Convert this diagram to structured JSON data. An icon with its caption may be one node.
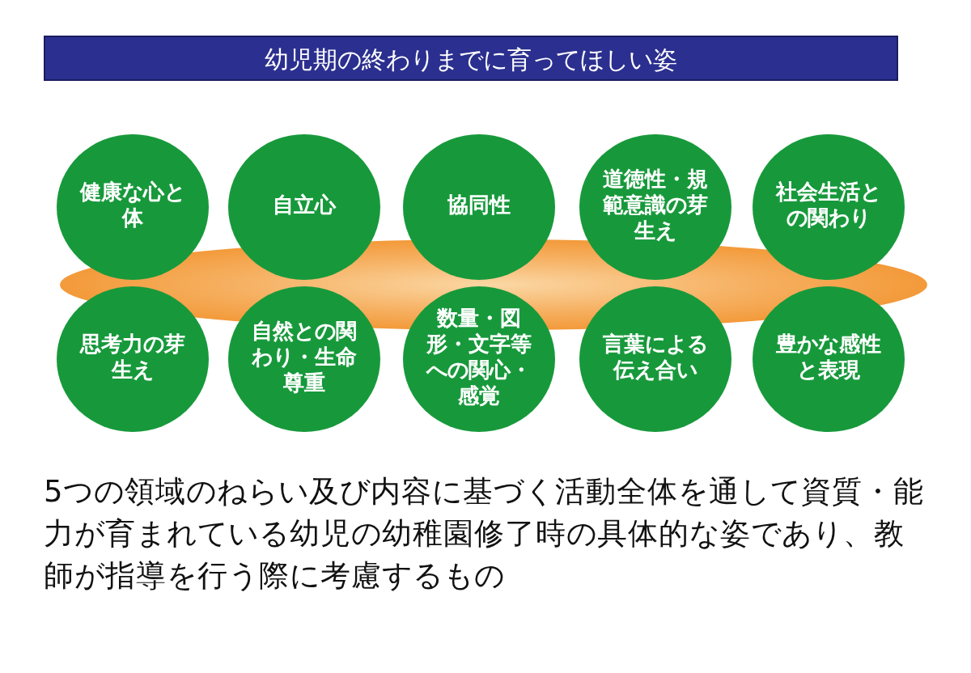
{
  "diagram": {
    "title": "幼児期の終わりまでに育ってほしい姿",
    "nodes": [
      {
        "text": [
          "健康な心と体"
        ]
      },
      {
        "text": [
          "自立心"
        ]
      },
      {
        "text": [
          "協同性"
        ]
      },
      {
        "text": [
          "道徳性・規範意識の芽生え"
        ]
      },
      {
        "text": [
          "社会生活との関わり"
        ]
      },
      {
        "text": [
          "思考力の芽生え"
        ]
      },
      {
        "text": [
          "自然との関わり・生命尊重"
        ]
      },
      {
        "text": [
          "数量・図形・文字等への関心・感覚"
        ]
      },
      {
        "text": [
          "言葉による伝え合い"
        ]
      },
      {
        "text": [
          "豊かな感性と表現"
        ]
      }
    ],
    "edges": [],
    "caption": "5つの領域のねらい及び内容に基づく活動全体を通して資質・能力が育まれている幼児の幼稚園修了時の具体的な姿であり、教師が指導を行う際に考慮するもの"
  }
}
